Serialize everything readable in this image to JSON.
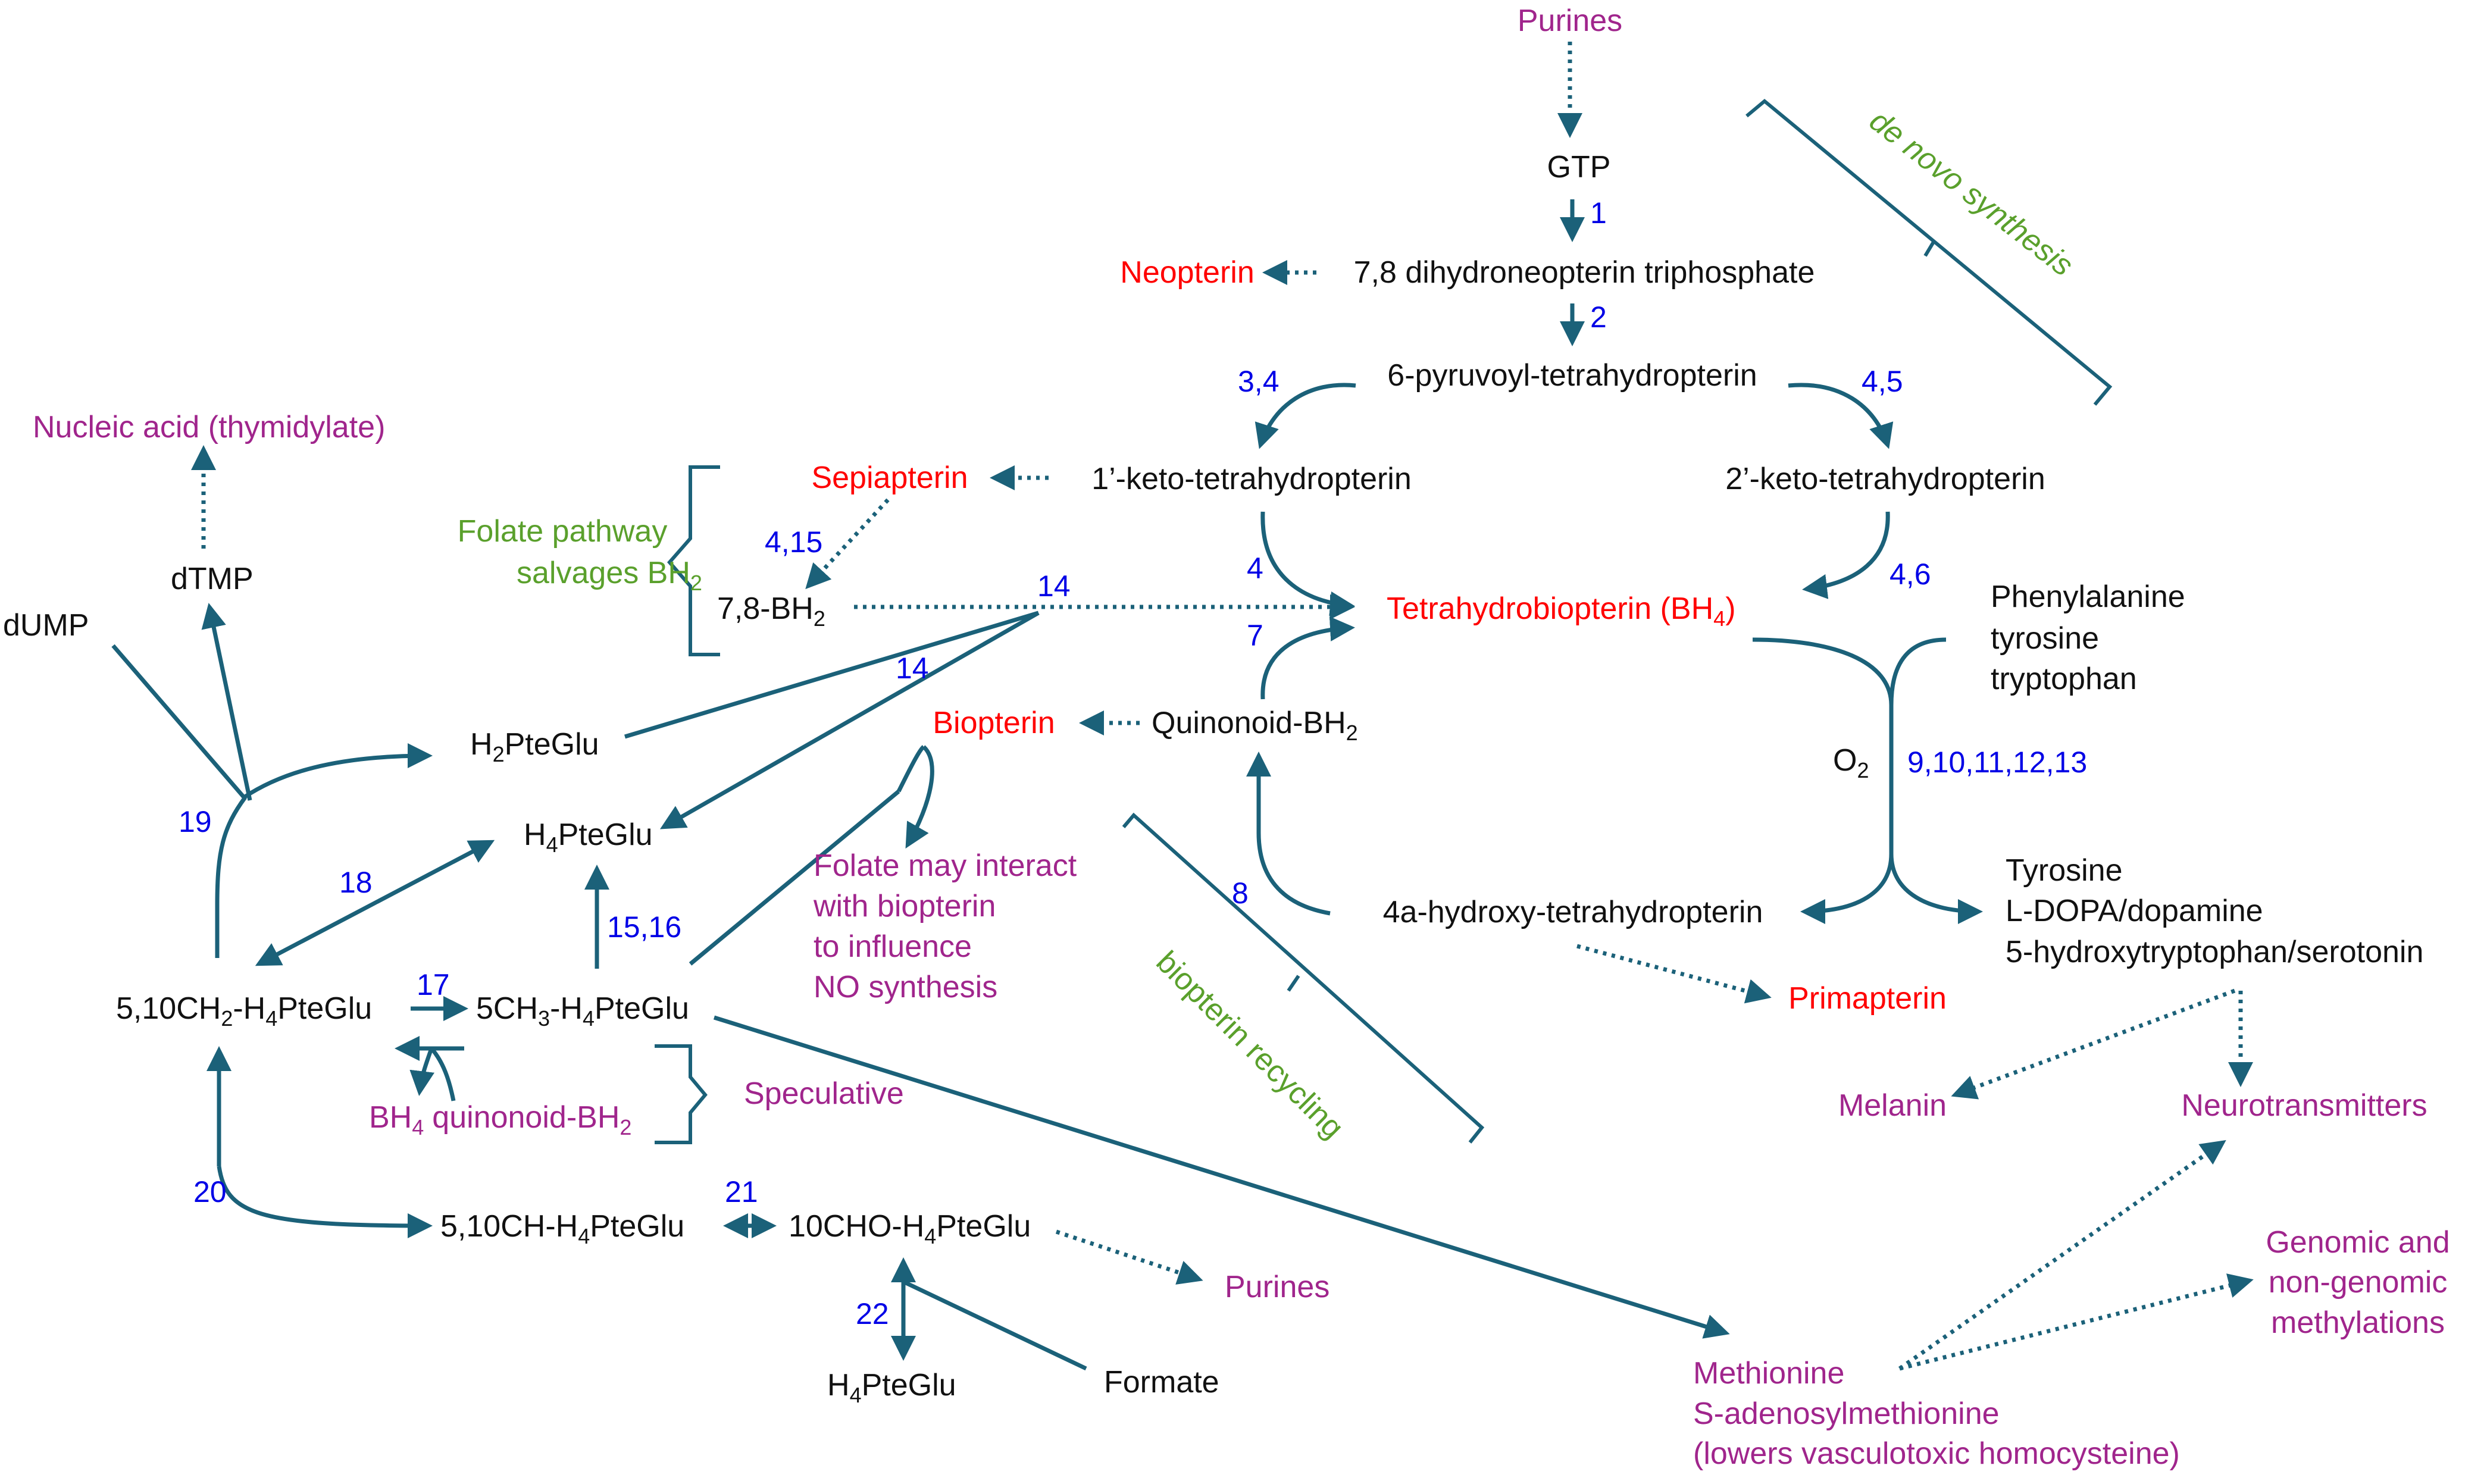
{
  "nodes": {
    "purines_top": "Purines",
    "gtp": "GTP",
    "neopterin": "Neopterin",
    "dhnp_triphosphate": "7,8 dihydroneopterin triphosphate",
    "pyruvoyl": "6-pyruvoyl-tetrahydropterin",
    "keto1": "1’-keto-tetrahydropterin",
    "keto2": "2’-keto-tetrahydropterin",
    "sepiapterin": "Sepiapterin",
    "bh2_78": "7,8-BH",
    "bh4": "Tetrahydrobiopterin (BH",
    "bh4_sub": "4",
    "bh4_close": ")",
    "biopterin": "Biopterin",
    "quinonoid_bh2": "Quinonoid-BH",
    "hydroxy_4a": "4a-hydroxy-tetrahydropterin",
    "primapterin": "Primapterin",
    "aa_in_1": "Phenylalanine",
    "aa_in_2": "tyrosine",
    "aa_in_3": "tryptophan",
    "aa_out_1": "Tyrosine",
    "aa_out_2": "L-DOPA/dopamine",
    "aa_out_3": "5-hydroxytryptophan/serotonin",
    "o2": "O",
    "melanin": "Melanin",
    "neurotransmitters": "Neurotransmitters",
    "methylations_1": "Genomic and",
    "methylations_2": "non-genomic",
    "methylations_3": "methylations",
    "methionine_1": "Methionine",
    "methionine_2": "S-adenosylmethionine",
    "methionine_3": "(lowers vasculotoxic homocysteine)",
    "nucleic_acid": "Nucleic acid (thymidylate)",
    "dtmp": "dTMP",
    "dump": "dUMP",
    "h2pteglu": "PteGlu",
    "h4pteglu": "PteGlu",
    "ch2_h4pteglu_a": "5,10CH",
    "ch2_h4pteglu_b": "-H",
    "ch2_h4pteglu_c": "PteGlu",
    "ch3_h4pteglu_a": "5CH",
    "ch3_h4pteglu_b": "-H",
    "ch3_h4pteglu_c": "PteGlu",
    "ch_h4pteglu_a": "5,10CH-H",
    "ch_h4pteglu_b": "PteGlu",
    "cho_h4pteglu_a": "10CHO-H",
    "cho_h4pteglu_b": "PteGlu",
    "purines_bottom": "Purines",
    "h4pteglu_bottom": "PteGlu",
    "formate": "Formate",
    "bh4_small_a": "BH",
    "bh4_small_b": "quinonoid-BH",
    "folate_interact_1": "Folate may interact",
    "folate_interact_2": "with biopterin",
    "folate_interact_3": "to influence",
    "folate_interact_4": "NO synthesis",
    "speculative": "Speculative",
    "folate_salvage_1": "Folate pathway",
    "folate_salvage_2": "salvages BH"
  },
  "subscripts": {
    "two": "2",
    "three": "3",
    "four": "4",
    "H": "H"
  },
  "brackets": {
    "de_novo": "de novo synthesis",
    "recycling": "biopterin recycling"
  },
  "enzymes": {
    "e1": "1",
    "e2": "2",
    "e34": "3,4",
    "e45": "4,5",
    "e415": "4,15",
    "e4": "4",
    "e46": "4,6",
    "e7": "7",
    "e14a": "14",
    "e14b": "14",
    "e8": "8",
    "e9_13": "9,10,11,12,13",
    "e19": "19",
    "e18": "18",
    "e1516": "15,16",
    "e17": "17",
    "e20": "20",
    "e21": "21",
    "e22": "22"
  },
  "colors": {
    "arrow": "#1b6179",
    "black": "#111111",
    "red": "#ff0000",
    "purple": "#a0258c",
    "green": "#5aa02c",
    "blue": "#0000e6"
  }
}
